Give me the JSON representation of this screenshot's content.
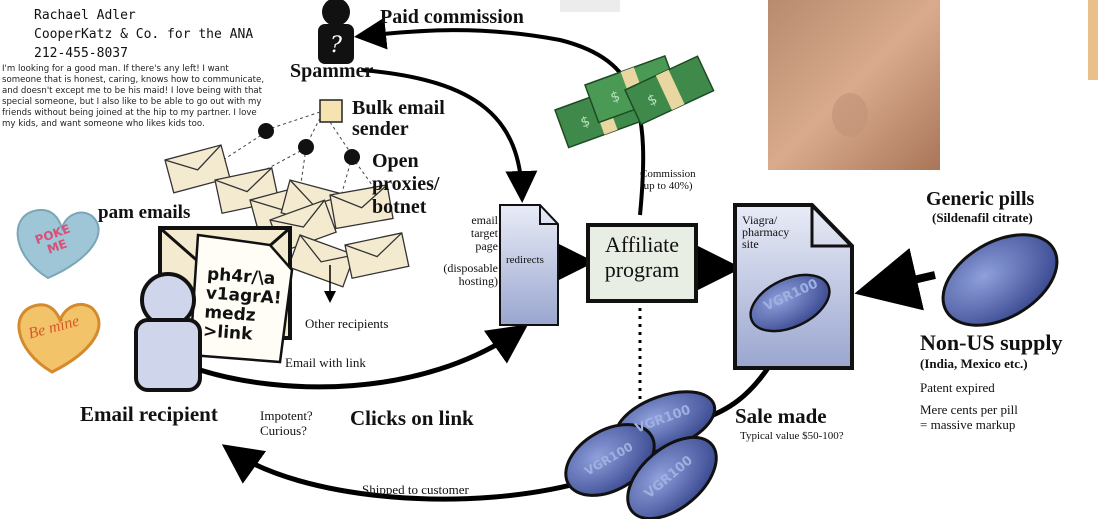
{
  "contact": {
    "name": "Rachael Adler",
    "company": "CooperKatz & Co. for the ANA",
    "phone": "212-455-8037"
  },
  "spam_message": "I'm looking for a good man. If there's any left! I want someone that is honest, caring, knows how to communicate, and doesn't except me to be his maid! I love being with that special someone, but I also like to be able to go out with my friends without being joined at the hip to my partner. I love my kids, and want someone who likes kids too.",
  "candy_hearts": [
    "POKE ME",
    "Be mine"
  ],
  "labels": {
    "spammer": "Spammer",
    "paid_commission": "Paid commission",
    "bulk_email_sender": "Bulk email sender",
    "open_proxies": "Open proxies/ botnet",
    "spam_emails": "pam emails",
    "other_recipients": "Other recipients",
    "spam_email_text": [
      "ph4r/\\a",
      "v1agrA!",
      "medz",
      ">link"
    ],
    "email_with_link": "Email with link",
    "email_recipient": "Email recipient",
    "impotent_curious": [
      "Impotent?",
      "Curious?"
    ],
    "clicks_on_link": "Clicks on link",
    "email_target_page": [
      "email",
      "target",
      "page"
    ],
    "disposable_hosting": [
      "(disposable",
      "hosting)"
    ],
    "redirects": "redirects",
    "affiliate_program": [
      "Affiliate",
      "program"
    ],
    "commission": [
      "Commission",
      "(up to 40%)"
    ],
    "pharmacy_site": [
      "Viagra/",
      "pharmacy",
      "site"
    ],
    "pill_code": "VGR100",
    "generic_pills": "Generic pills",
    "sildenafil": "(Sildenafil citrate)",
    "non_us_supply": "Non-US supply",
    "countries": "(India, Mexico etc.)",
    "patent_expired": "Patent expired",
    "mere_cents": [
      "Mere cents per pill",
      "= massive markup"
    ],
    "sale_made": "Sale made",
    "typical_value": "Typical value $50-100?",
    "shipped": "Shipped to customer"
  },
  "colors": {
    "pill": "#5b6fb8",
    "pill_dark": "#2c3a78",
    "money": "#3f8a4a",
    "envelope": "#f3ead0",
    "box": "#e8eee4",
    "page": "#d3d9ee"
  }
}
